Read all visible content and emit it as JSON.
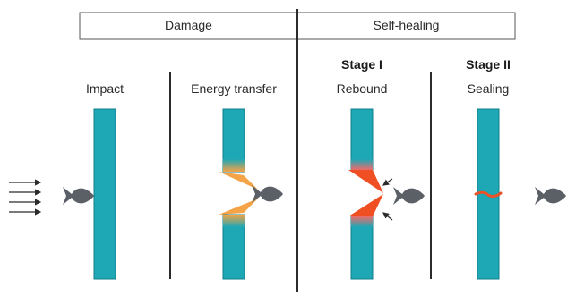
{
  "header": {
    "damage_label": "Damage",
    "selfhealing_label": "Self-healing"
  },
  "stages": {
    "impact": "Impact",
    "energy_transfer": "Energy transfer",
    "stage1_title": "Stage I",
    "rebound": "Rebound",
    "stage2_title": "Stage II",
    "sealing": "Sealing"
  },
  "colors": {
    "panel": "#1ea7b5",
    "panel_edge": "#137f8a",
    "projectile": "#5b5f66",
    "energy": "#f5a347",
    "rebound": "#f04e23",
    "seal": "#e8532a",
    "divider": "#2b2b2b",
    "box_border": "#555555"
  }
}
